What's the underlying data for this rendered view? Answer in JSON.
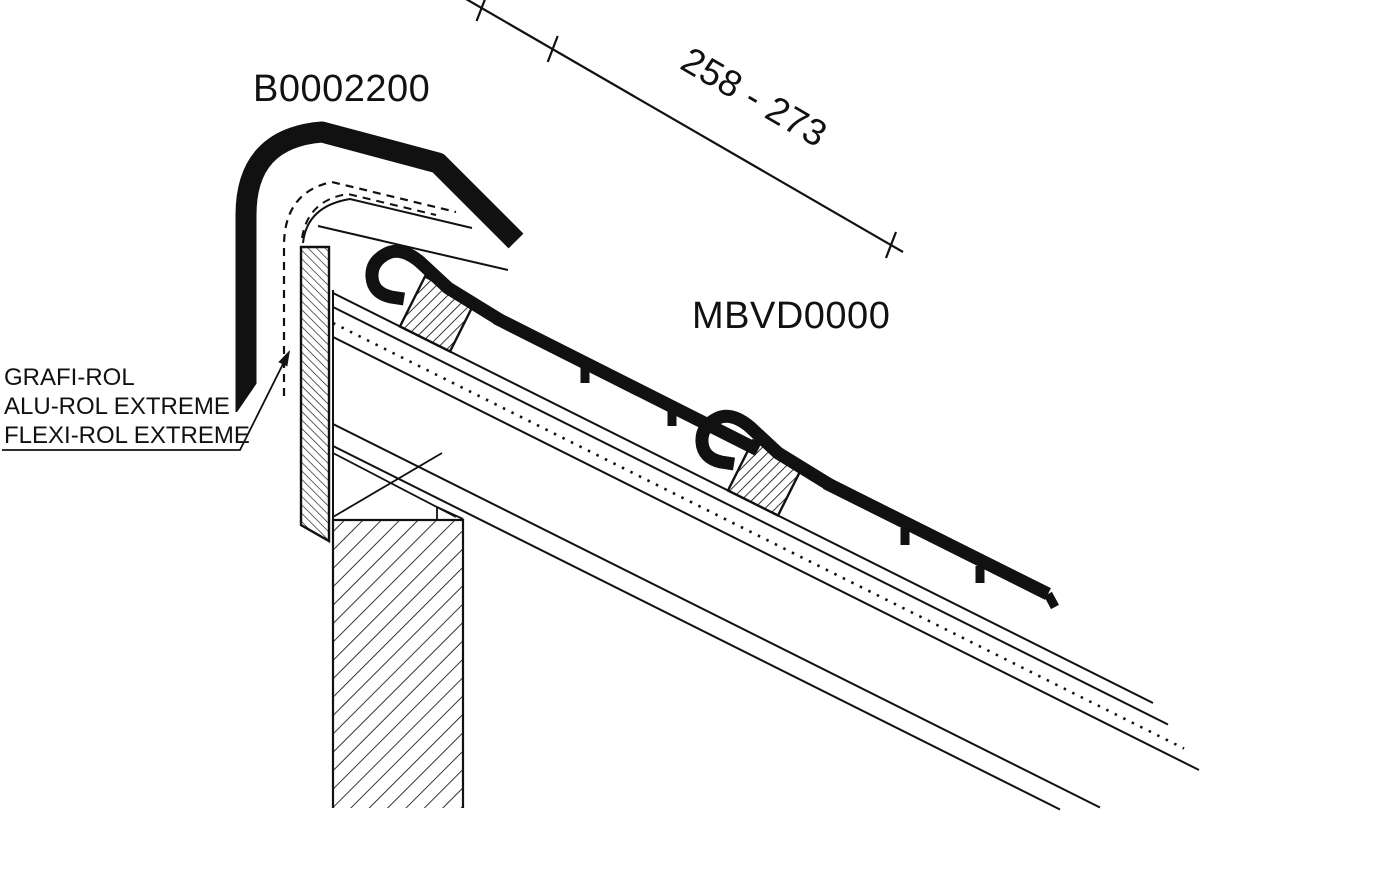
{
  "colors": {
    "ink": "#111111",
    "background": "#ffffff"
  },
  "labels": {
    "part_top": "B0002200",
    "part_tile": "MBVD0000",
    "dimension": "258 - 273",
    "products": [
      "GRAFI-ROL",
      "ALU-ROL EXTREME",
      "FLEXI-ROL EXTREME"
    ]
  }
}
